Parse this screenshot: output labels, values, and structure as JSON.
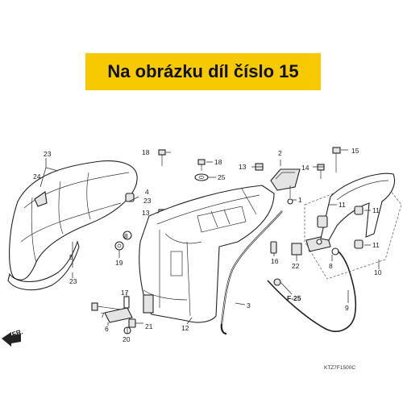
{
  "banner": {
    "text": "Na obrázku díl číslo 15",
    "background": "#f7c900"
  },
  "callouts": {
    "c1": "1",
    "c2": "2",
    "c3": "3",
    "c4": "4",
    "c5": "5",
    "c6": "6",
    "c7": "7",
    "c8": "8",
    "c9": "9",
    "c10": "10",
    "c11a": "11",
    "c11b": "11",
    "c11c": "11",
    "c12": "12",
    "c13a": "13",
    "c13b": "13",
    "c14": "14",
    "c15": "15",
    "c16": "16",
    "c17": "17",
    "c18a": "18",
    "c18b": "18",
    "c19": "19",
    "c20": "20",
    "c21": "21",
    "c22": "22",
    "c23a": "23",
    "c23b": "23",
    "c23c": "23",
    "c24": "24",
    "c25": "25"
  },
  "reference_label": "F-25",
  "front_marker": "FR.",
  "diagram_code": "KTZ7F1500C",
  "icons": {
    "front_arrow": "front-arrow-icon"
  }
}
